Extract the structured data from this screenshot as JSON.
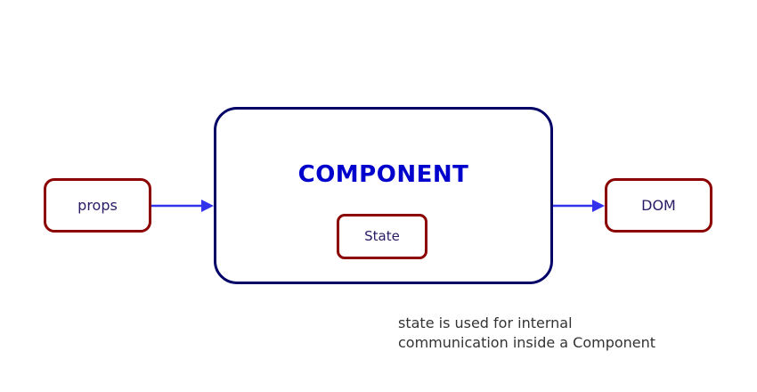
{
  "diagram": {
    "title": "React component data flow diagram",
    "background_color": "#ffffff",
    "nodes": {
      "props": {
        "label": "props",
        "border_color": "#8b0000",
        "text_color": "#2b1a66"
      },
      "component": {
        "label": "COMPONENT",
        "border_color": "#000066",
        "text_color": "#0000cc"
      },
      "state": {
        "label": "State",
        "border_color": "#8b0000",
        "text_color": "#2b1a66"
      },
      "dom": {
        "label": "DOM",
        "border_color": "#8b0000",
        "text_color": "#2b1a66"
      }
    },
    "arrows": {
      "color": "#3333ee",
      "props_to_component": {
        "from": "props",
        "to": "component"
      },
      "component_to_dom": {
        "from": "component",
        "to": "dom"
      }
    },
    "caption": {
      "text": "state is used for internal\ncommunication inside a Component",
      "color": "#333333"
    }
  }
}
